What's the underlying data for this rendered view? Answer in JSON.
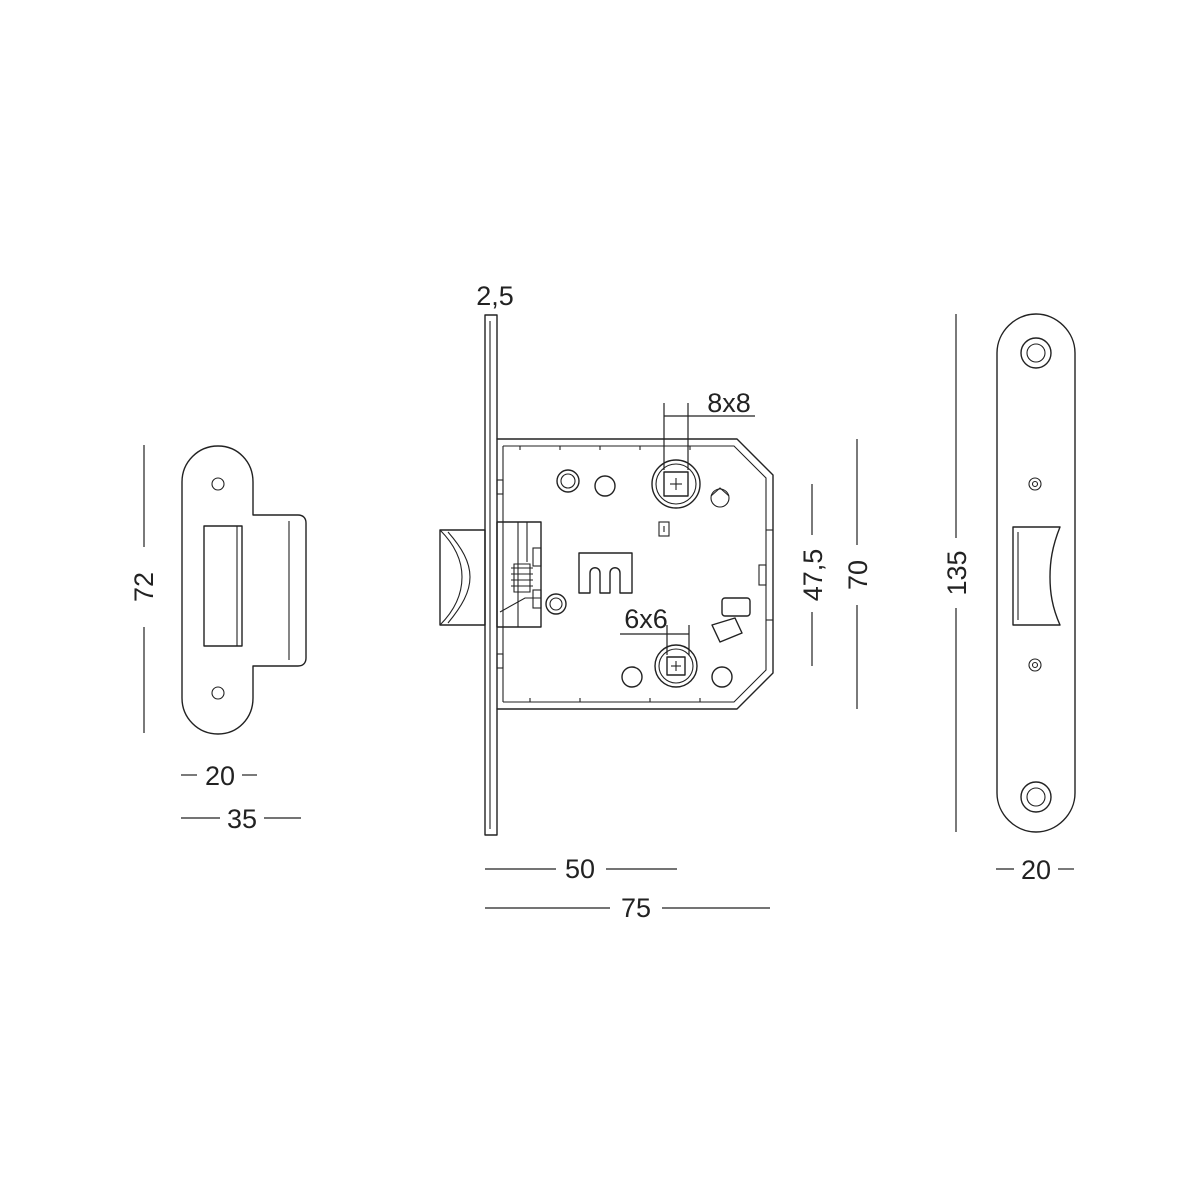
{
  "colors": {
    "stroke": "#222222",
    "background": "#ffffff"
  },
  "strike_plate": {
    "height_label": "72",
    "inner_width_label": "20",
    "outer_width_label": "35"
  },
  "lock_body": {
    "faceplate_thickness_label": "2,5",
    "spindle_upper_label": "8x8",
    "spindle_lower_label": "6x6",
    "spindle_spacing_label": "47,5",
    "body_height_label": "70",
    "backset_label": "50",
    "depth_label": "75"
  },
  "faceplate": {
    "height_label": "135",
    "width_label": "20"
  }
}
